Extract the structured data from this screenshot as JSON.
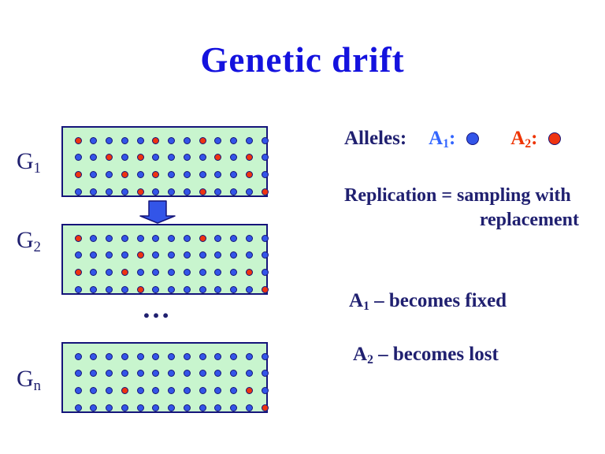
{
  "title": "Genetic drift",
  "colors": {
    "title": "#1412DE",
    "navy": "#202070",
    "allele1": "#3366FF",
    "allele2": "#EE3300",
    "box_fill": "#C8F5CE",
    "box_border": "#15157A",
    "dot_blue": "#3355E8",
    "dot_red": "#EE3311"
  },
  "icons": {
    "arrow": "down-block-arrow",
    "a1_dot": "blue-allele-dot",
    "a2_dot": "red-allele-dot"
  },
  "generations": [
    {
      "label": "G",
      "sub": "1",
      "rows": [
        "rbbbbrbbrbbbb",
        "bbrbrbbbbrbrb",
        "rbbrbrbbbbbrb",
        "bbbbrbbbrbbbr"
      ]
    },
    {
      "label": "G",
      "sub": "2",
      "rows": [
        "rbbbbbbbrbbbb",
        "bbbbrbbbbbbbb",
        "rbbrbbbbbbbrb",
        "bbbbrbbbbbbbr"
      ]
    },
    {
      "label": "G",
      "sub": "n",
      "rows": [
        "bbbbbbbbbbbbb",
        "bbbbbbbbbbbbb",
        "bbbrbbbbbbbrb",
        "bbbbbbbbbbbbr"
      ]
    }
  ],
  "ellipsis": "…",
  "legend": {
    "title": "Alleles:",
    "a1": {
      "base": "A",
      "sub": "1",
      "colon": ":"
    },
    "a2": {
      "base": "A",
      "sub": "2",
      "colon": ":"
    }
  },
  "replication": {
    "line1": "Replication = sampling with",
    "line2": "replacement"
  },
  "outcomes": {
    "fixed": {
      "base": "A",
      "sub": "1",
      "text": " – becomes fixed"
    },
    "lost": {
      "base": "A",
      "sub": "2",
      "text": " – becomes lost"
    }
  }
}
